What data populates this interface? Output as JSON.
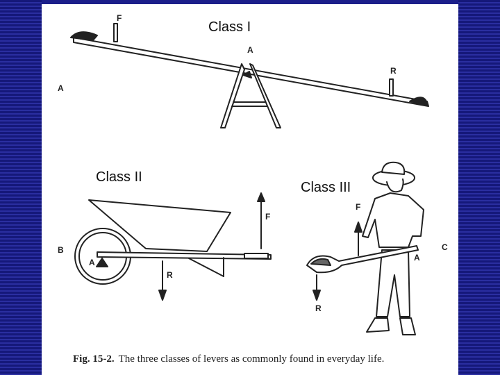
{
  "labels": {
    "class1": "Class I",
    "class2": "Class II",
    "class3": "Class III"
  },
  "figure": {
    "section_a": "A",
    "section_b": "B",
    "section_c": "C",
    "seesaw": {
      "force": "F",
      "fulcrum": "A",
      "resistance": "R"
    },
    "wheelbarrow": {
      "force": "F",
      "fulcrum": "A",
      "resistance": "R"
    },
    "shovel": {
      "force": "F",
      "fulcrum": "A",
      "resistance": "R"
    },
    "caption_prefix": "Fig. 15-2.",
    "caption_text": "The three classes of levers as commonly found in everyday life."
  }
}
